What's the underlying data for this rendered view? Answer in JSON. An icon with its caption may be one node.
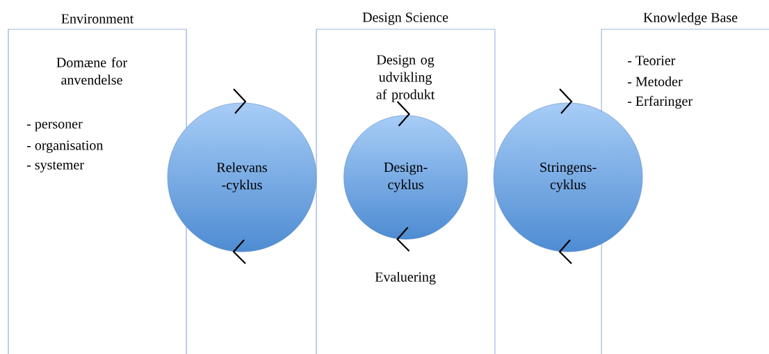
{
  "diagram": {
    "nodes": [
      {
        "text": [
          "Environment",
          "Domæne for anvendelse",
          "- personer",
          "- organisation",
          "- systemer"
        ]
      },
      {
        "text": [
          "Design Science",
          "Design og udvikling af produkt",
          "Evaluering"
        ]
      },
      {
        "text": [
          "Knowledge Base",
          "- Teorier",
          "- Metoder",
          "- Erfaringer"
        ]
      },
      {
        "text": [
          "Relevans -cyklus"
        ]
      },
      {
        "text": [
          "Design- cyklus"
        ],
        "in": 1
      },
      {
        "text": [
          "Stringens- cyklus"
        ]
      }
    ]
  }
}
